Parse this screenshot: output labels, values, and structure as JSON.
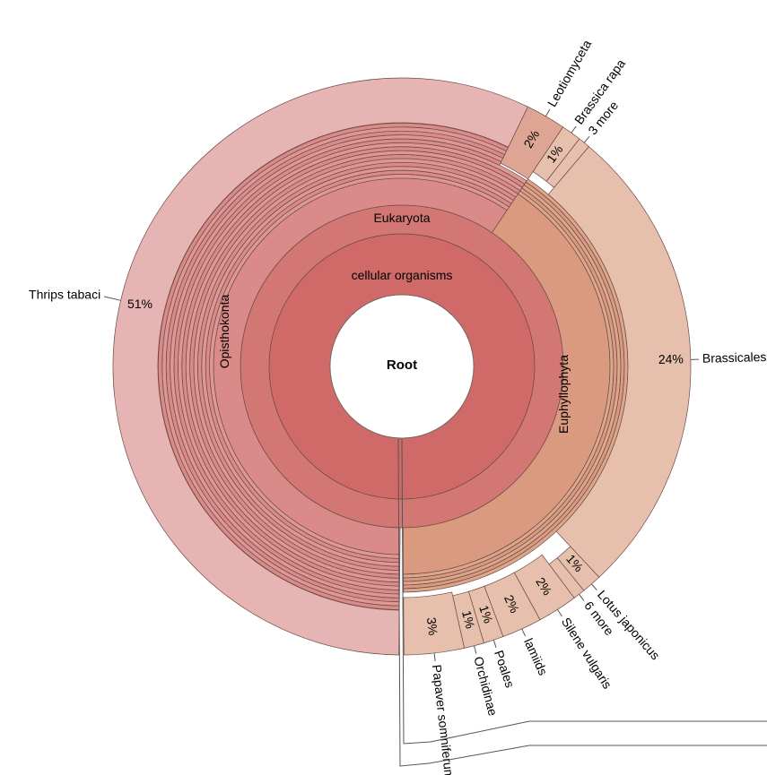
{
  "chart_data": {
    "type": "sunburst",
    "root_label": "Root",
    "ring_labels": {
      "cellular": "cellular organisms",
      "eukaryota": "Eukaryota",
      "opisthokonta": "Opisthokonta",
      "euphyllophyta": "Euphyllophyta"
    },
    "leaves": [
      {
        "name": "Thrips tabaci",
        "percent": "51%",
        "value": 51,
        "kingdom": "animal"
      },
      {
        "name": "Leotiomyceta",
        "percent": "2%",
        "value": 2,
        "kingdom": "fungus"
      },
      {
        "name": "Brassica rapa",
        "percent": "1%",
        "value": 1,
        "kingdom": "plant"
      },
      {
        "name": "3 more",
        "percent": "",
        "value": 0.6,
        "kingdom": "plant"
      },
      {
        "name": "Brassicales",
        "percent": "24%",
        "value": 24,
        "kingdom": "plant"
      },
      {
        "name": "Lotus japonicus",
        "percent": "1%",
        "value": 1,
        "kingdom": "plant"
      },
      {
        "name": "6 more",
        "percent": "",
        "value": 0.6,
        "kingdom": "plant"
      },
      {
        "name": "Silene vulgaris",
        "percent": "2%",
        "value": 2,
        "kingdom": "plant"
      },
      {
        "name": "lamiids",
        "percent": "2%",
        "value": 2,
        "kingdom": "plant"
      },
      {
        "name": "Poales",
        "percent": "1%",
        "value": 1,
        "kingdom": "plant"
      },
      {
        "name": "Orchidinae",
        "percent": "1%",
        "value": 1,
        "kingdom": "plant"
      },
      {
        "name": "Papaver somniferum",
        "percent": "3%",
        "value": 3,
        "kingdom": "plant"
      }
    ],
    "colors": {
      "root_ring": "#cf6a68",
      "eukaryota_ring": "#d37775",
      "animal_shell": "#da8a88",
      "animal_leaf": "#e6b4b2",
      "plant_shell": "#d99a7f",
      "plant_leaf": "#e6c0ac",
      "fungus_leaf": "#dea594"
    }
  }
}
